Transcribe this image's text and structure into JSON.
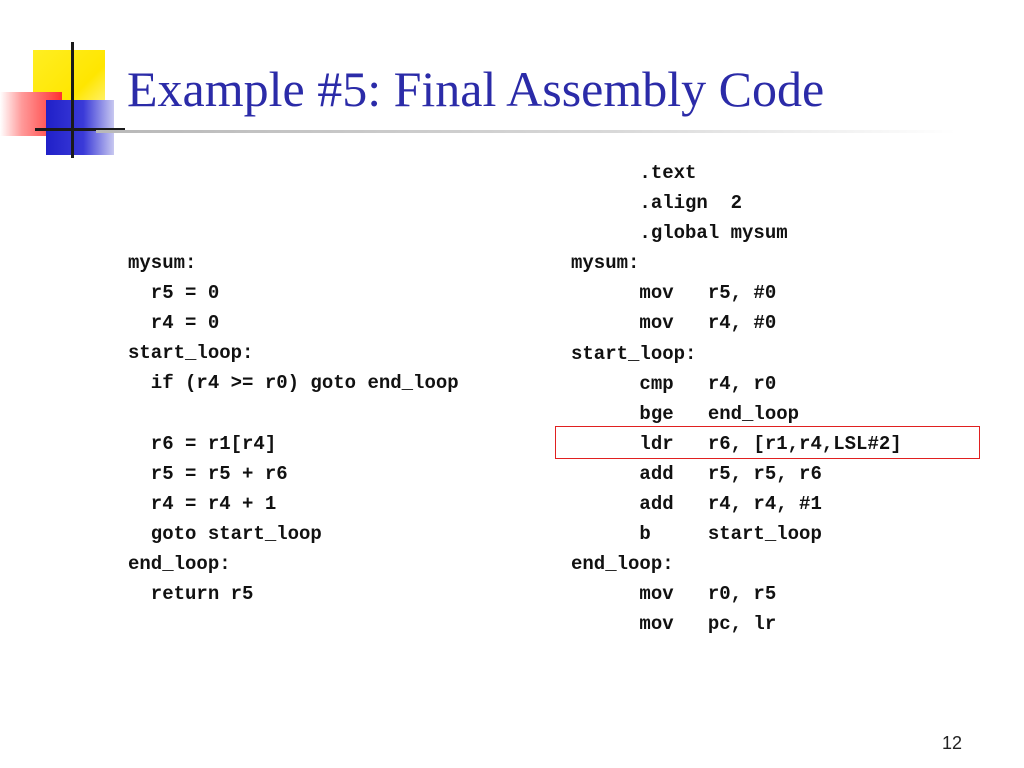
{
  "slide": {
    "title": "Example #5: Final Assembly Code",
    "page_number": "12"
  },
  "left_code": [
    "mysum:",
    "  r5 = 0",
    "  r4 = 0",
    "start_loop:",
    "  if (r4 >= r0) goto end_loop",
    "",
    "  r6 = r1[r4]",
    "  r5 = r5 + r6",
    "  r4 = r4 + 1",
    "  goto start_loop",
    "end_loop:",
    "  return r5"
  ],
  "right_code": [
    "      .text",
    "      .align  2",
    "      .global mysum",
    "mysum:",
    "      mov   r5, #0",
    "      mov   r4, #0",
    "start_loop:",
    "      cmp   r4, r0",
    "      bge   end_loop",
    "      ldr   r6, [r1,r4,LSL#2]",
    "      add   r5, r5, r6",
    "      add   r4, r4, #1",
    "      b     start_loop",
    "end_loop:",
    "      mov   r0, r5",
    "      mov   pc, lr"
  ],
  "highlight": {
    "line_text": "      ldr   r6, [r1,r4,LSL#2]",
    "color": "#e02020"
  },
  "colors": {
    "title": "#2b2ba8",
    "logo_yellow": "#ffe600",
    "logo_red": "#ff3030",
    "logo_blue": "#2020c8"
  }
}
